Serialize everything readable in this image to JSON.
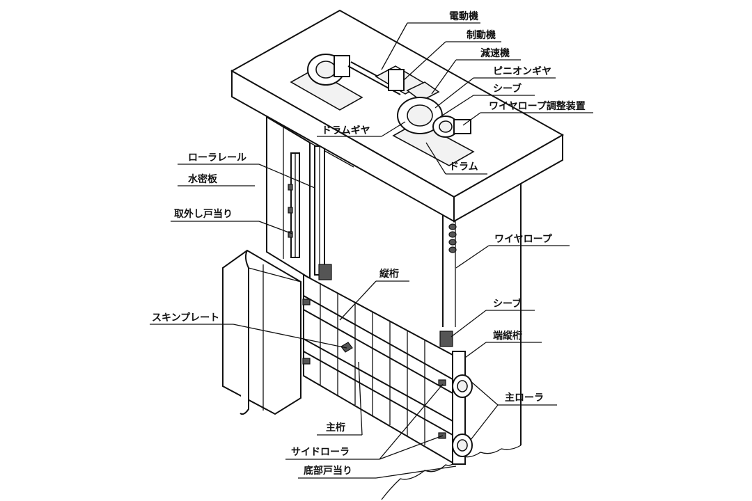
{
  "labels": {
    "motor": "電動機",
    "brake": "制動機",
    "reducer": "減速機",
    "pinion_gear": "ピニオンギヤ",
    "sheave_top": "シーブ",
    "wire_rope_adjuster": "ワイヤロープ調整装置",
    "drum_gear": "ドラムギヤ",
    "drum": "ドラム",
    "roller_rail": "ローラレール",
    "water_seal_plate": "水密板",
    "removable_door_stop": "取外し戸当り",
    "wire_rope": "ワイヤロープ",
    "vertical_girder": "縦桁",
    "sheave_gate": "シーブ",
    "skin_plate": "スキンプレート",
    "end_vertical_girder": "端縦桁",
    "main_roller": "主ローラ",
    "main_girder": "主桁",
    "side_roller": "サイドローラ",
    "bottom_door_stop": "底部戸当り"
  }
}
